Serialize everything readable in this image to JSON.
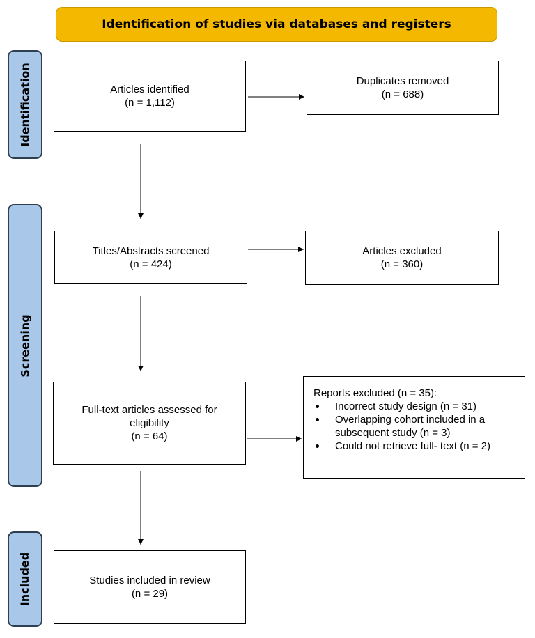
{
  "header": {
    "title": "Identification of studies via databases and registers"
  },
  "phases": {
    "identification": "Identification",
    "screening": "Screening",
    "included": "Included"
  },
  "boxes": {
    "identified": {
      "title": "Articles identified",
      "count": "(n = 1,112)"
    },
    "duplicates": {
      "title": "Duplicates removed",
      "count": "(n = 688)"
    },
    "screened": {
      "title": "Titles/Abstracts screened",
      "count": "(n = 424)"
    },
    "excluded": {
      "title": "Articles excluded",
      "count": "(n = 360)"
    },
    "fulltext": {
      "title_line1": "Full-text articles assessed for",
      "title_line2": "eligibility",
      "count": "(n = 64)"
    },
    "reports_excluded": {
      "title": "Reports excluded (n = 35):",
      "reasons": [
        "Incorrect study design (n = 31)",
        "Overlapping cohort included in a subsequent study (n = 3)",
        "Could not retrieve full- text (n = 2)"
      ]
    },
    "included": {
      "title": "Studies included in review",
      "count": "(n = 29)"
    }
  }
}
